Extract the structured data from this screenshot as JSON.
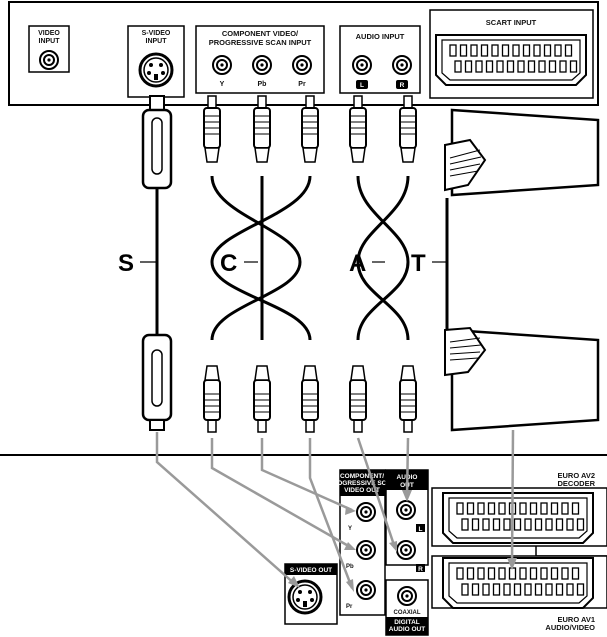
{
  "tv_panel": {
    "video_input": [
      "VIDEO",
      "INPUT"
    ],
    "svideo_input": [
      "S-VIDEO",
      "INPUT"
    ],
    "component_input": [
      "COMPONENT VIDEO/",
      "PROGRESSIVE SCAN INPUT"
    ],
    "component_jacks": [
      "Y",
      "Pb",
      "Pr"
    ],
    "audio_input": "AUDIO INPUT",
    "audio_jacks": [
      "L",
      "R"
    ],
    "scart_input": "SCART INPUT"
  },
  "cables": {
    "s": "S",
    "c": "C",
    "a": "A",
    "t": "T"
  },
  "player_panel": {
    "component_out": [
      "COMPONENT/",
      "PROGRESSIVE SCAN",
      "VIDEO OUT"
    ],
    "component_jacks": [
      "Y",
      "Pb",
      "Pr"
    ],
    "audio_out": [
      "AUDIO",
      "OUT"
    ],
    "audio_jacks": [
      "L",
      "R"
    ],
    "svideo_out": "S-VIDEO OUT",
    "coaxial": "COAXIAL",
    "digital_audio_out": [
      "DIGITAL",
      "AUDIO OUT"
    ],
    "euro_av2": [
      "EURO AV2",
      "DECODER"
    ],
    "euro_av1": [
      "EURO AV1",
      "AUDIO/VIDEO"
    ]
  },
  "colors": {
    "line": "#000000",
    "arrow": "#9a9a9a",
    "panel_fill": "#ffffff"
  }
}
